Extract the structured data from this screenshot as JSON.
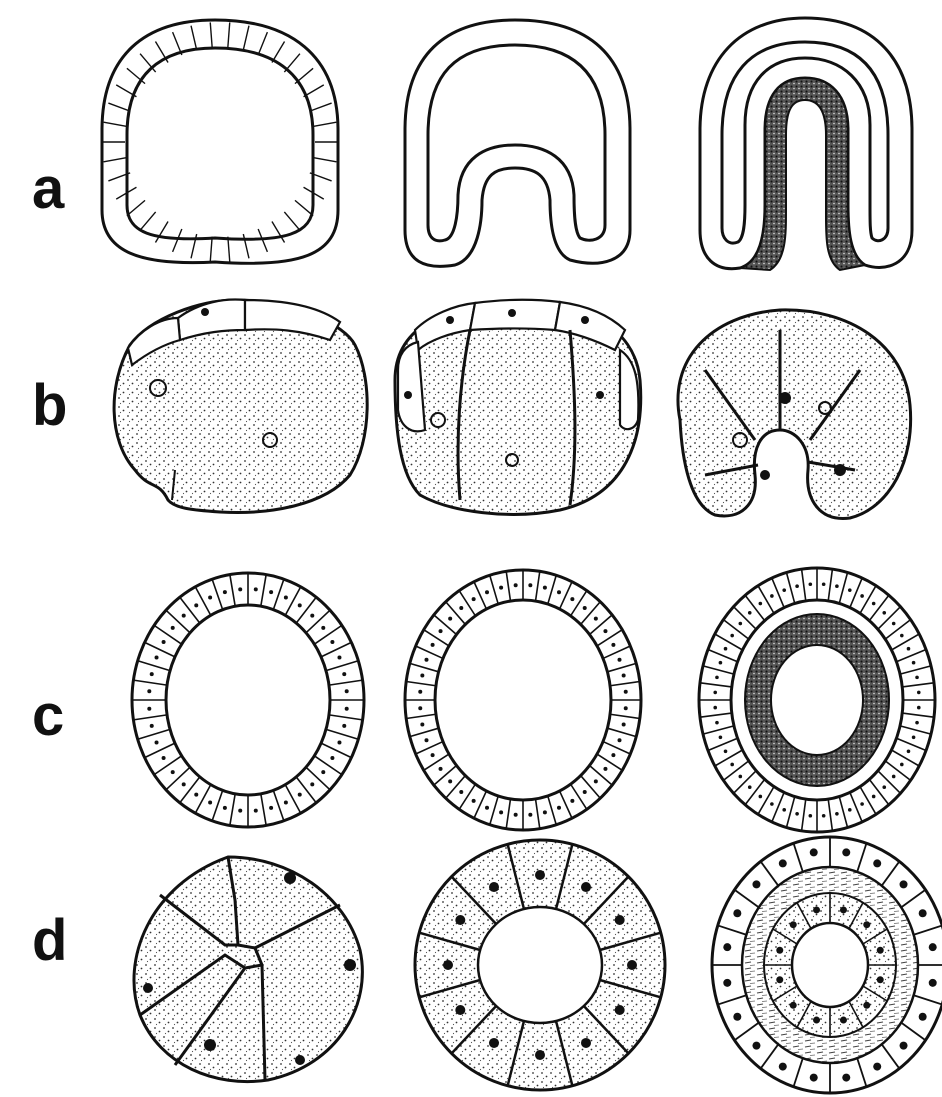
{
  "figure": {
    "rows": [
      {
        "label": "a",
        "panels": [
          "hollow-sphere",
          "early-invagination",
          "deep-invagination"
        ]
      },
      {
        "label": "b",
        "panels": [
          "yolky-embryo",
          "cleaving-yolky-embryo",
          "curving-yolky-embryo"
        ]
      },
      {
        "label": "c",
        "panels": [
          "ingressing-blastula",
          "ingression-progressed",
          "filled-blastocoel"
        ]
      },
      {
        "label": "d",
        "panels": [
          "five-cell-ring",
          "twelve-cell-ring",
          "layered-ring"
        ]
      }
    ],
    "colors": {
      "ink": "#111111",
      "paper": "#ffffff",
      "stipple": "#333333"
    }
  }
}
